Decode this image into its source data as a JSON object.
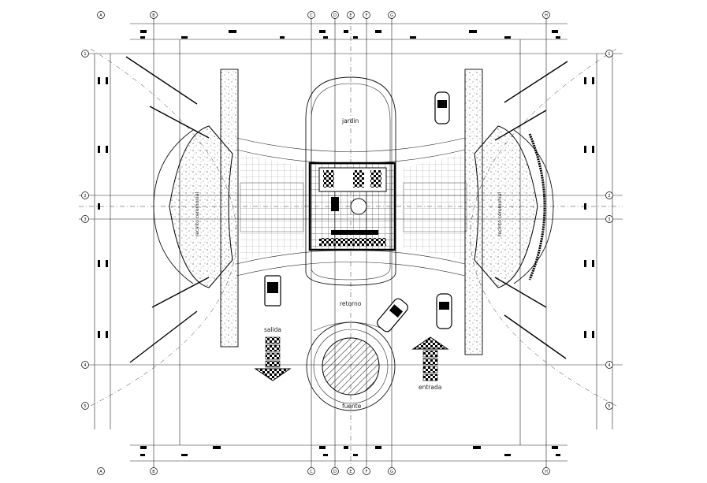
{
  "labels": {
    "jardin": "jardin",
    "retorno": "retorno",
    "salida": "salida",
    "entrada": "entrada",
    "fuente": "fuente",
    "left_building": "recinto ceremonial",
    "right_building": "recinto ceremonial"
  },
  "grid_top": [
    "A",
    "B",
    "C",
    "D",
    "E",
    "F",
    "G",
    "H"
  ],
  "grid_side": [
    "1",
    "2",
    "3",
    "4",
    "5"
  ],
  "colors": {
    "line": "#000000",
    "background": "#ffffff"
  }
}
